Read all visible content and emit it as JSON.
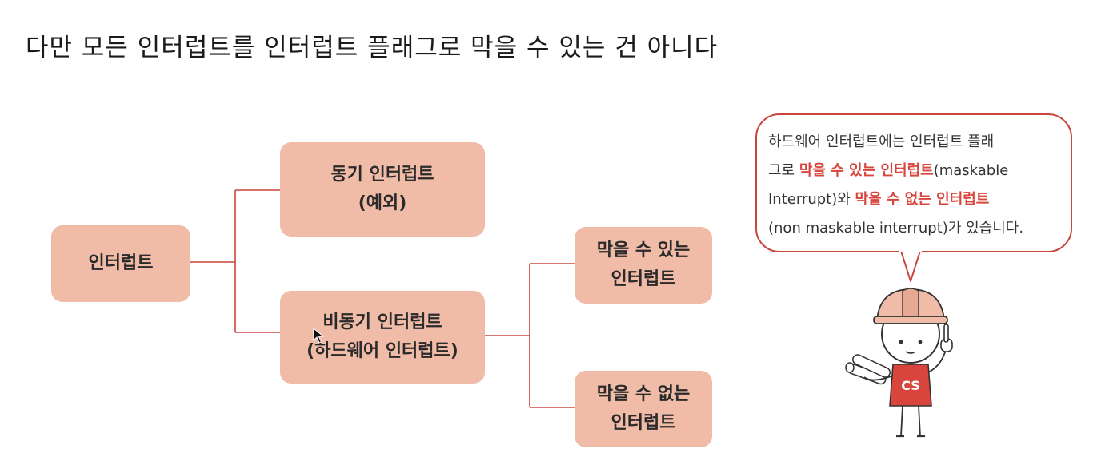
{
  "slide": {
    "title": "다만 모든 인터럽트를 인터럽트 플래그로 막을 수 있는 건 아니다"
  },
  "diagram": {
    "root": "인터럽트",
    "sync": {
      "line1": "동기 인터럽트",
      "line2": "(예외)"
    },
    "async": {
      "line1": "비동기 인터럽트",
      "line2": "(하드웨어 인터럽트)"
    },
    "maskable": {
      "line1": "막을 수 있는",
      "line2": "인터럽트"
    },
    "non_maskable": {
      "line1": "막을 수 없는",
      "line2": "인터럽트"
    },
    "node_color": "#f0bca8",
    "line_color": "#c9463d"
  },
  "speech": {
    "l1": "하드웨어 인터럽트에는 인터럽트 플래",
    "l2a": "그로 ",
    "l2b": "막을 수 있는 인터럽트",
    "l2c": "(maskable",
    "l3a": "Interrupt)와 ",
    "l3b": "막을 수 없는 인터럽트",
    "l4": "(non maskable interrupt)가 있습니다.",
    "highlight_color": "#d8453c"
  },
  "mascot": {
    "badge": "CS",
    "badge_color": "#d8453c"
  }
}
